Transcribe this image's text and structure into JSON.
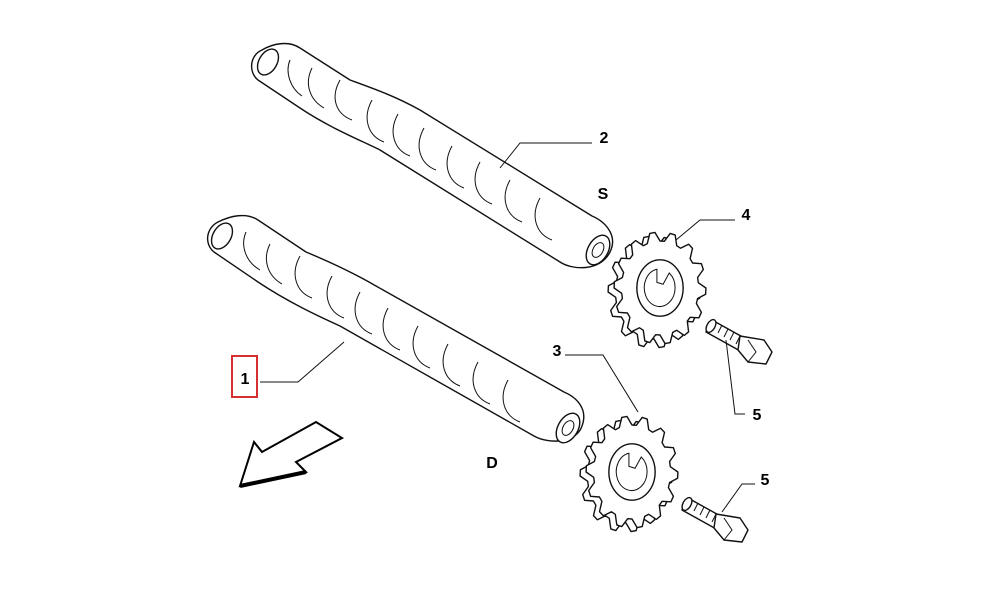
{
  "diagram": {
    "callouts": [
      {
        "id": "1",
        "label": "1",
        "highlighted": true
      },
      {
        "id": "2",
        "label": "2"
      },
      {
        "id": "3",
        "label": "3"
      },
      {
        "id": "4",
        "label": "4"
      },
      {
        "id": "5a",
        "label": "5"
      },
      {
        "id": "5b",
        "label": "5"
      }
    ],
    "side_labels": {
      "intake": "S",
      "exhaust": "D"
    },
    "highlight_color": "#d62f2f",
    "icons": [
      "direction-arrow-icon"
    ]
  }
}
